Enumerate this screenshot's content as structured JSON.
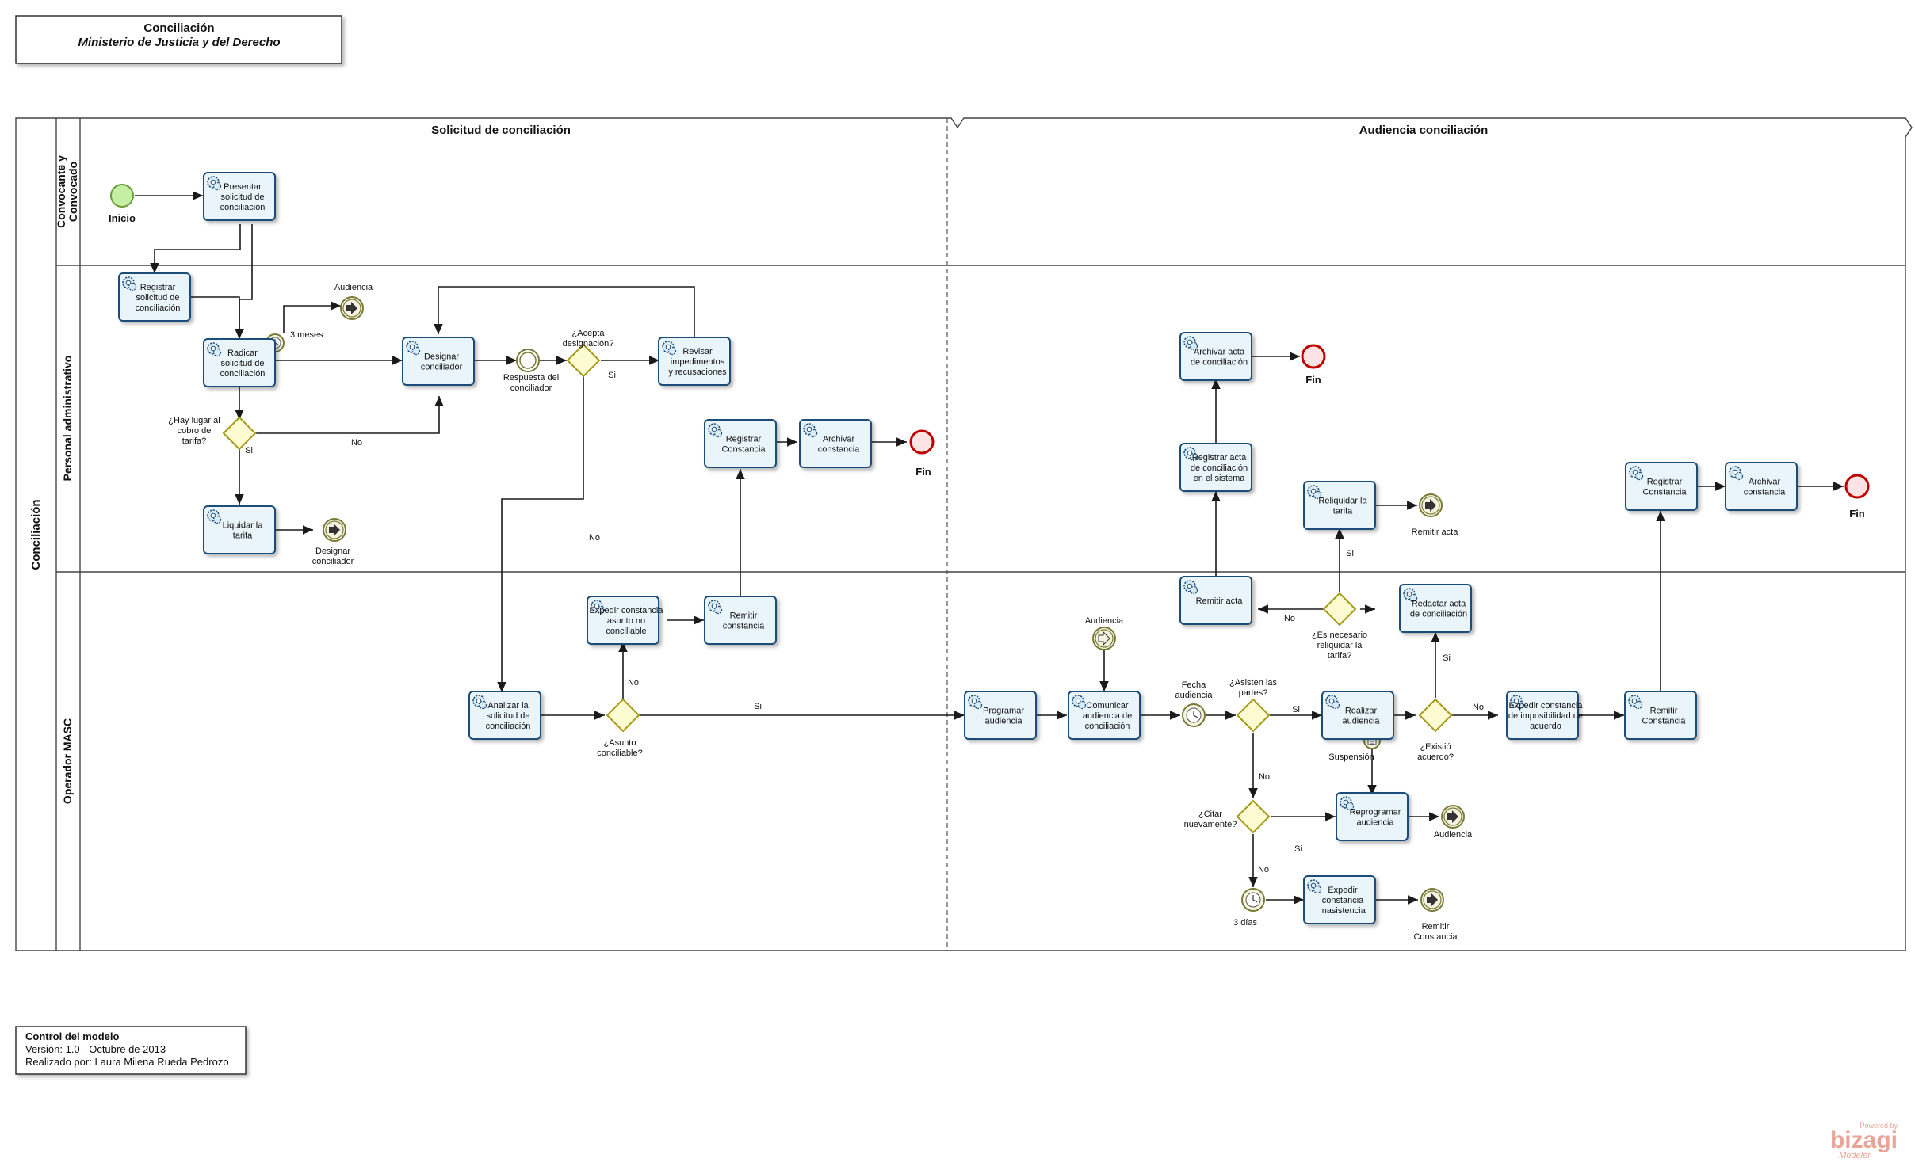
{
  "header": {
    "title": "Conciliación",
    "subtitle": "Ministerio de Justicia y del Derecho"
  },
  "pool": {
    "name": "Conciliación"
  },
  "lanes": [
    {
      "id": "l1",
      "name": "Convocante y Convocado"
    },
    {
      "id": "l2",
      "name": "Personal administrativo"
    },
    {
      "id": "l3",
      "name": "Operador MASC"
    }
  ],
  "phases": [
    {
      "id": "p1",
      "name": "Solicitud de conciliación"
    },
    {
      "id": "p2",
      "name": "Audiencia conciliación"
    }
  ],
  "tasks": [
    {
      "id": "t_presentar",
      "label": [
        "Presentar",
        "solicitud de",
        "conciliación"
      ]
    },
    {
      "id": "t_registrar",
      "label": [
        "Registrar",
        "solicitud de",
        "conciliación"
      ]
    },
    {
      "id": "t_radicar",
      "label": [
        "Radicar",
        "solicitud de",
        "conciliación"
      ]
    },
    {
      "id": "t_liquidar",
      "label": [
        "Liquidar la",
        "tarifa"
      ]
    },
    {
      "id": "t_designar",
      "label": [
        "Designar",
        "conciliador"
      ]
    },
    {
      "id": "t_revisar",
      "label": [
        "Revisar",
        "impedimentos",
        "y recusaciones"
      ]
    },
    {
      "id": "t_reg_const1",
      "label": [
        "Registrar",
        "Constancia"
      ]
    },
    {
      "id": "t_arch_const1",
      "label": [
        "Archivar",
        "constancia"
      ]
    },
    {
      "id": "t_expedir_no",
      "label": [
        "Expedir constancia",
        "asunto no",
        "conciliable"
      ]
    },
    {
      "id": "t_remitir1",
      "label": [
        "Remitir",
        "constancia"
      ]
    },
    {
      "id": "t_analizar",
      "label": [
        "Analizar la",
        "solicitud de",
        "conciliación"
      ]
    },
    {
      "id": "t_programar",
      "label": [
        "Programar",
        "audiencia"
      ]
    },
    {
      "id": "t_comunicar",
      "label": [
        "Comunicar",
        "audiencia de",
        "conciliación"
      ]
    },
    {
      "id": "t_realizar",
      "label": [
        "Realizar",
        "audiencia"
      ]
    },
    {
      "id": "t_reprogramar",
      "label": [
        "Reprogramar",
        "audiencia"
      ]
    },
    {
      "id": "t_exp_inasist",
      "label": [
        "Expedir",
        "constancia",
        "inasistencia"
      ]
    },
    {
      "id": "t_redactar",
      "label": [
        "Redactar acta",
        "de conciliación"
      ]
    },
    {
      "id": "t_remitir_acta",
      "label": [
        "Remitir acta"
      ]
    },
    {
      "id": "t_reliquidar",
      "label": [
        "Reliquidar la",
        "tarifa"
      ]
    },
    {
      "id": "t_reg_acta",
      "label": [
        "Registrar acta",
        "de conciliación",
        "en el sistema"
      ]
    },
    {
      "id": "t_arch_acta",
      "label": [
        "Archivar acta",
        "de conciliación"
      ]
    },
    {
      "id": "t_exp_imposib",
      "label": [
        "Expedir constancia",
        "de imposibilidad de",
        "acuerdo"
      ]
    },
    {
      "id": "t_remitir_const2",
      "label": [
        "Remitir",
        "Constancia"
      ]
    },
    {
      "id": "t_reg_const2",
      "label": [
        "Registrar",
        "Constancia"
      ]
    },
    {
      "id": "t_arch_const2",
      "label": [
        "Archivar",
        "constancia"
      ]
    }
  ],
  "events": [
    {
      "id": "e_inicio",
      "type": "start",
      "label": [
        "Inicio"
      ]
    },
    {
      "id": "e_link_aud1",
      "type": "link",
      "label": [
        "Audiencia"
      ]
    },
    {
      "id": "e_3meses",
      "type": "timer",
      "label": [
        "3 meses"
      ]
    },
    {
      "id": "e_link_desig",
      "type": "link",
      "label": [
        "Designar",
        "conciliador"
      ]
    },
    {
      "id": "e_respuesta",
      "type": "intermediate",
      "label": [
        "Respuesta del",
        "conciliador"
      ]
    },
    {
      "id": "e_fin1",
      "type": "end",
      "label": [
        "Fin"
      ]
    },
    {
      "id": "e_catch_aud",
      "type": "link-catch",
      "label": [
        "Audiencia"
      ]
    },
    {
      "id": "e_fecha",
      "type": "timer",
      "label": [
        "Fecha",
        "audiencia"
      ]
    },
    {
      "id": "e_suspension",
      "type": "conditional",
      "label": [
        "Suspensión"
      ]
    },
    {
      "id": "e_link_aud2",
      "type": "link",
      "label": [
        "Audiencia"
      ]
    },
    {
      "id": "e_3dias",
      "type": "timer",
      "label": [
        "3 días"
      ]
    },
    {
      "id": "e_link_remconst",
      "type": "link",
      "label": [
        "Remitir",
        "Constancia"
      ]
    },
    {
      "id": "e_link_remacta",
      "type": "link",
      "label": [
        "Remitir acta"
      ]
    },
    {
      "id": "e_fin2",
      "type": "end",
      "label": [
        "Fin"
      ]
    },
    {
      "id": "e_fin3",
      "type": "end",
      "label": [
        "Fin"
      ]
    }
  ],
  "gateways": [
    {
      "id": "g_tarifa",
      "label": [
        "¿Hay lugar al",
        "cobro de",
        "tarifa?"
      ]
    },
    {
      "id": "g_acepta",
      "label": [
        "¿Acepta",
        "designación?"
      ]
    },
    {
      "id": "g_asunto",
      "label": [
        "¿Asunto",
        "conciliable?"
      ]
    },
    {
      "id": "g_asisten",
      "label": [
        "¿Asisten las",
        "partes?"
      ]
    },
    {
      "id": "g_citar",
      "label": [
        "¿Citar",
        "nuevamente?"
      ]
    },
    {
      "id": "g_acuerdo",
      "label": [
        "¿Existió",
        "acuerdo?"
      ]
    },
    {
      "id": "g_reliq",
      "label": [
        "¿Es necesario",
        "reliquidar la",
        "tarifa?"
      ]
    }
  ],
  "flow_labels": [
    {
      "id": "fl_no_tarifa",
      "text": "No"
    },
    {
      "id": "fl_si_tarifa",
      "text": "Si"
    },
    {
      "id": "fl_si_acepta",
      "text": "Si"
    },
    {
      "id": "fl_no_acepta",
      "text": "No"
    },
    {
      "id": "fl_no_asunto",
      "text": "No"
    },
    {
      "id": "fl_si_asunto",
      "text": "Si"
    },
    {
      "id": "fl_si_asisten",
      "text": "Si"
    },
    {
      "id": "fl_no_asisten",
      "text": "No"
    },
    {
      "id": "fl_si_citar",
      "text": "Si"
    },
    {
      "id": "fl_no_citar",
      "text": "No"
    },
    {
      "id": "fl_si_acuerdo",
      "text": "Si"
    },
    {
      "id": "fl_no_acuerdo",
      "text": "No"
    },
    {
      "id": "fl_si_reliq",
      "text": "Si"
    },
    {
      "id": "fl_no_reliq",
      "text": "No"
    }
  ],
  "control": {
    "title": "Control del modelo",
    "version": "Versión: 1.0 - Octubre de 2013",
    "author": "Realizado por: Laura Milena Rueda Pedrozo"
  },
  "watermark": {
    "powered": "Powered by",
    "brand": "bizagi",
    "product": "Modeler"
  },
  "colors": {
    "task_fill": "#eaf4fb",
    "task_stroke": "#1f4e79",
    "start_fill": "#c5f0a4",
    "end_fill": "#fde3e3",
    "end_stroke": "#c00000",
    "gateway_fill": "#fdfbd2",
    "gateway_stroke": "#a59a18",
    "event_stroke": "#7a7a38",
    "brand": "#e8a497"
  }
}
